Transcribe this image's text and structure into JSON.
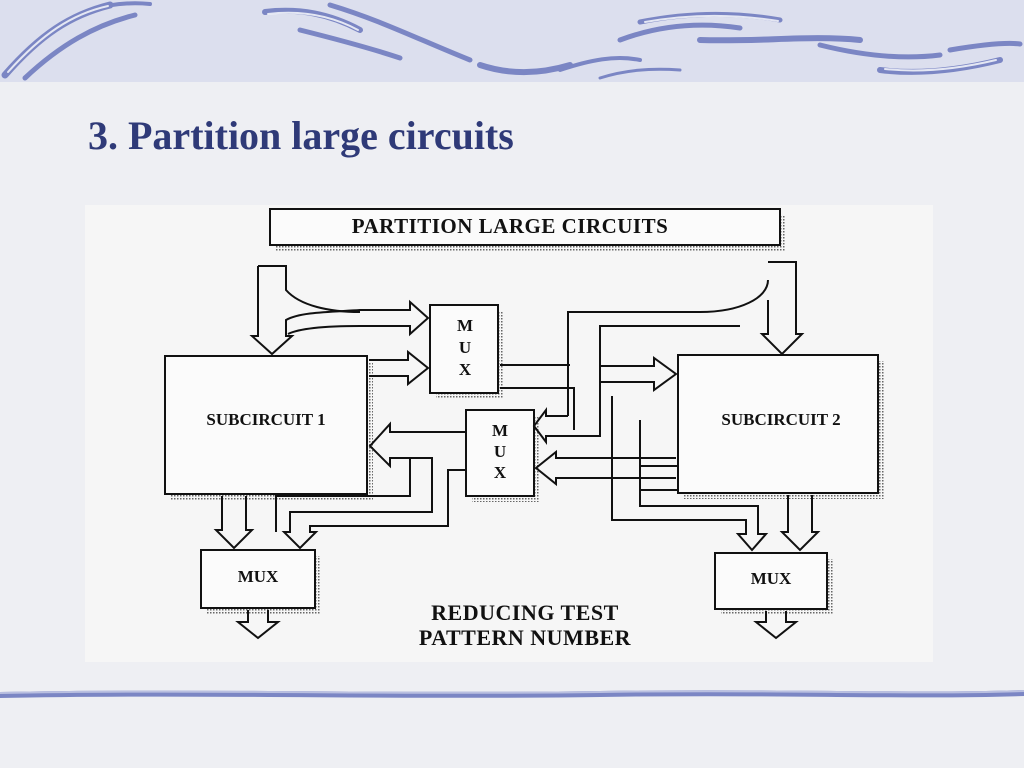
{
  "slide": {
    "title": "3. Partition large circuits"
  },
  "diagram": {
    "banner": "PARTITION  LARGE  CIRCUITS",
    "subcircuit_1": "SUBCIRCUIT 1",
    "subcircuit_2": "SUBCIRCUIT 2",
    "mux_top": [
      "M",
      "U",
      "X"
    ],
    "mux_middle": [
      "M",
      "U",
      "X"
    ],
    "mux_bottom_left": "MUX",
    "mux_bottom_right": "MUX",
    "caption_line1": "REDUCING  TEST",
    "caption_line2": "PATTERN  NUMBER"
  },
  "colors": {
    "title": "#2f3a78",
    "decoration": "#7b86c4"
  }
}
